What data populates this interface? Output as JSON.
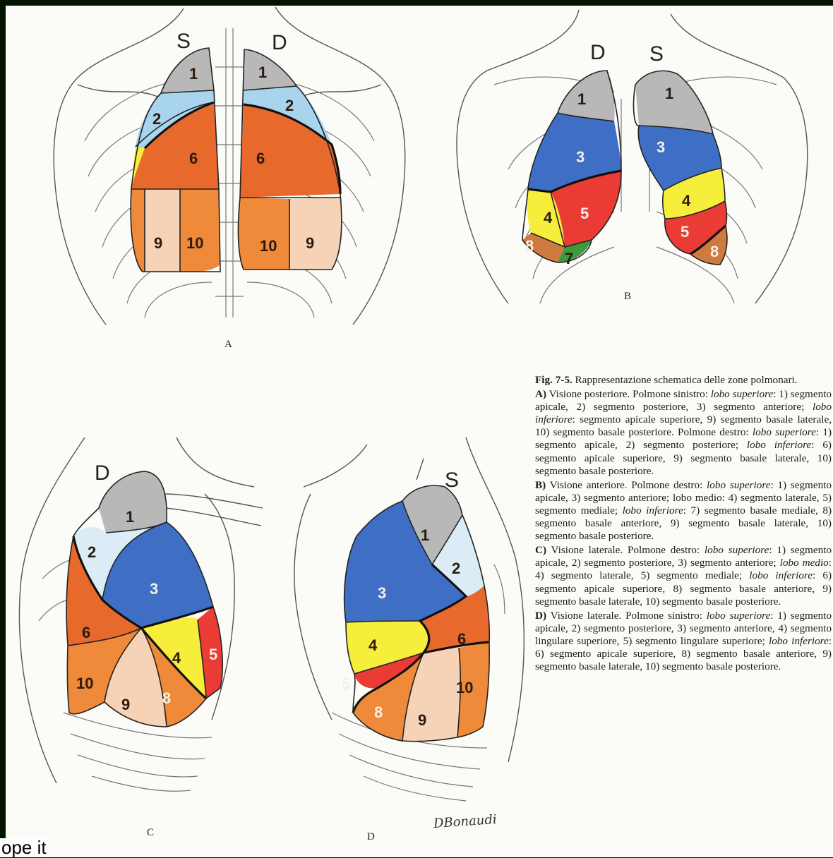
{
  "colors": {
    "apical_grey": "#b8b8b8",
    "posterior_lightblue": "#a8d4ee",
    "anterior_blue": "#3f6fc4",
    "apical_superior_orange": "#e8692c",
    "lateral_basal_peach": "#f6d3b6",
    "posterior_basal_orange": "#ee8a3a",
    "lingular_yellow": "#f6ee3a",
    "mediale_red": "#ea3b34",
    "anterior_basal_brown": "#cf7a3e",
    "medial_basal_green": "#3d9a3f",
    "lateral_blue_pale": "#dcecf6"
  },
  "panel_a": {
    "side_left": "S",
    "side_right": "D",
    "panel_label": "A",
    "left_lung": [
      "1",
      "2",
      "6",
      "9",
      "10"
    ],
    "right_lung": [
      "1",
      "2",
      "6",
      "10",
      "9"
    ]
  },
  "panel_b": {
    "side_left": "D",
    "side_right": "S",
    "panel_label": "B",
    "right_lung": [
      "1",
      "3",
      "4",
      "5",
      "8",
      "7"
    ],
    "left_lung": [
      "1",
      "3",
      "4",
      "5",
      "8"
    ]
  },
  "panel_c": {
    "side": "D",
    "panel_label": "C",
    "segments": [
      "1",
      "2",
      "3",
      "6",
      "4",
      "5",
      "10",
      "9",
      "8"
    ]
  },
  "panel_d": {
    "side": "S",
    "panel_label": "D",
    "segments": [
      "1",
      "2",
      "3",
      "6",
      "4",
      "5",
      "10",
      "8",
      "9"
    ]
  },
  "caption": {
    "title_bold": "Fig. 7-5.",
    "title_rest": " Rappresentazione schematica delle zone polmonari.",
    "A_head": "A)",
    "A_text1": " Visione posteriore. Polmone sinistro: ",
    "A_it1": "lobo superiore",
    "A_text2": ": 1) segmento apicale, 2) segmento posteriore, 3) segmento anteriore; ",
    "A_it2": "lobo inferiore",
    "A_text3": ": segmento apicale superiore, 9) segmento basale laterale, 10) segmento basale posteriore. Polmone destro: ",
    "A_it3": "lobo superiore",
    "A_text4": ": 1) segmento apicale, 2) segmento posteriore; ",
    "A_it4": "lobo inferiore",
    "A_text5": ": 6) segmento apicale superiore, 9) segmento basale laterale, 10) segmento basale posteriore.",
    "B_head": "B)",
    "B_text1": " Visione anteriore. Polmone destro: ",
    "B_it1": "lobo superiore",
    "B_text2": ": 1) segmento apicale, 3) segmento anteriore; lobo medio: 4) segmento laterale, 5) segmento mediale; ",
    "B_it2": "lobo inferiore",
    "B_text3": ": 7) segmento basale mediale, 8) segmento basale anteriore, 9) segmento basale laterale, 10) segmento basale posteriore.",
    "C_head": "C)",
    "C_text1": " Visione laterale. Polmone destro: ",
    "C_it1": "lobo superiore",
    "C_text2": ": 1) segmento apicale, 2) segmento posteriore, 3) segmento anteriore; ",
    "C_it2": "lobo medio",
    "C_text3": ": 4) segmento laterale, 5) segmento mediale; ",
    "C_it3": "lobo inferiore",
    "C_text4": ": 6) segmento apicale superiore, 8) segmento basale anteriore, 9) segmento basale laterale, 10) segmento basale posteriore.",
    "D_head": "D)",
    "D_text1": " Visione laterale. Polmone sinistro: ",
    "D_it1": "lobo superiore",
    "D_text2": ": 1) segmento apicale, 2) segmento posteriore, 3) segmento anteriore, 4) segmento lingulare superiore, 5) segmento lingulare superiore; ",
    "D_it2": "lobo inferiore",
    "D_text3": ": 6) segmento apicale superiore, 8) segmento basale anteriore, 9) segmento basale laterale, 10) segmento basale posteriore."
  },
  "signature": "DBonaudi",
  "cutoff_text": "ope it"
}
